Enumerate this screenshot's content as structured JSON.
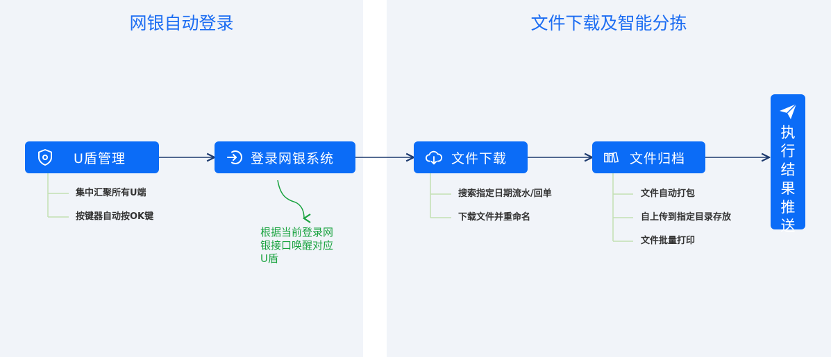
{
  "panels": {
    "left": {
      "title": "网银自动登录"
    },
    "right": {
      "title": "文件下载及智能分拣"
    }
  },
  "nodes": {
    "ukey": {
      "label": "U盾管理",
      "icon": "shield-icon"
    },
    "login": {
      "label": "登录网银系统",
      "icon": "login-arrow-icon"
    },
    "download": {
      "label": "文件下载",
      "icon": "cloud-download-icon"
    },
    "archive": {
      "label": "文件归档",
      "icon": "archive-folder-icon"
    },
    "result": {
      "chars": [
        "执",
        "行",
        "结",
        "果",
        "推",
        "送"
      ],
      "icon": "paper-plane-icon"
    }
  },
  "subitems": {
    "ukey": [
      "集中汇聚所有U端",
      "按键器自动按OK键"
    ],
    "download": [
      "搜索指定日期流水/回单",
      "下载文件并重命名"
    ],
    "archive": [
      "文件自动打包",
      "自上传到指定目录存放",
      "文件批量打印"
    ]
  },
  "annotation": {
    "lines": [
      "根据当前登录网",
      "银接口唤醒对应",
      "U盾"
    ]
  },
  "colors": {
    "node_blue": "#0b6cf7",
    "title_blue": "#1b6cf2",
    "connector_navy": "#1d3a6e",
    "tree_green": "#c3e0b3",
    "annotation_green": "#18a23e",
    "panel_bg": "#f1f4f9"
  }
}
